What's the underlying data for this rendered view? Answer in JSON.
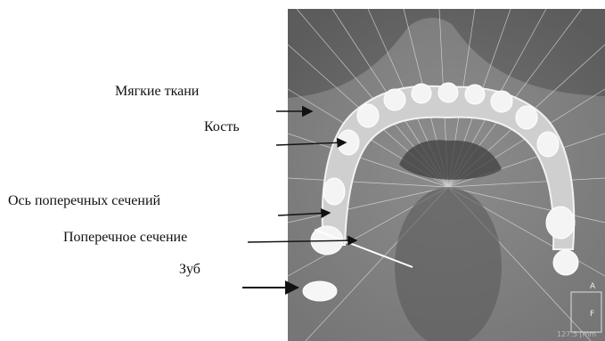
{
  "labels": {
    "soft_tissue": "Мягкие ткани",
    "bone": "Кость",
    "cross_section_axis": "Ось поперечных сечений",
    "cross_section": "Поперечное сечение",
    "tooth": "Зуб"
  },
  "scan": {
    "readout": "127.5 [mm",
    "marker_a": "A",
    "marker_f": "F"
  },
  "colors": {
    "scan_background": "#6f6f6f",
    "bone": "#d8d8d8",
    "soft_tissue": "#8a8a8a",
    "label_text": "#111111"
  }
}
